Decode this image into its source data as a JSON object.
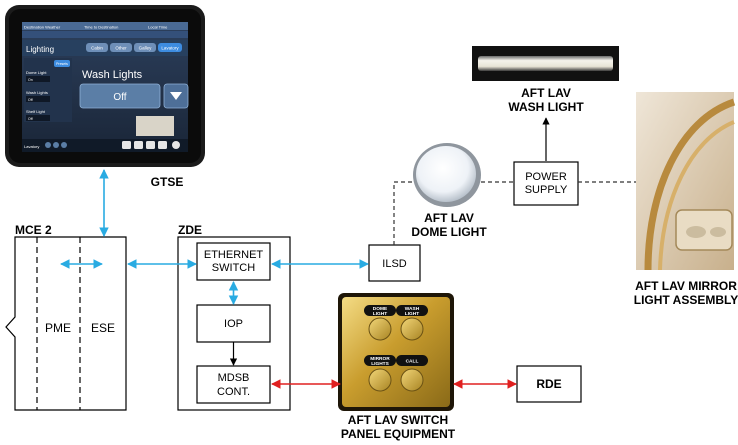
{
  "gtse": {
    "label": "GTSE",
    "screen": {
      "header_left": "Destination Weather",
      "header_mid": "Time to Destination",
      "header_right": "Local Time",
      "section_title": "Lighting",
      "tabs": [
        "Cabin",
        "Other",
        "Galley",
        "Lavatory"
      ],
      "active_tab": "Lavatory",
      "preset_label": "Presets",
      "side_items": [
        {
          "label": "Dome Light",
          "value": "On"
        },
        {
          "label": "Wash Lights",
          "value": "Off"
        },
        {
          "label": "Shelf Light",
          "value": "Off"
        }
      ],
      "main_title": "Wash Lights",
      "main_value": "Off",
      "footer_label": "Lavatory"
    }
  },
  "mce": {
    "label": "MCE 2",
    "pme": "PME",
    "ese": "ESE"
  },
  "zde": {
    "label": "ZDE",
    "ethernet_switch": [
      "ETHERNET",
      "SWITCH"
    ],
    "iop": "IOP",
    "mdsb": [
      "MDSB",
      "CONT."
    ]
  },
  "ilsd": "ILSD",
  "power_supply": [
    "POWER",
    "SUPPLY"
  ],
  "wash_light": {
    "label": [
      "AFT LAV",
      "WASH LIGHT"
    ]
  },
  "dome_light": {
    "label": [
      "AFT LAV",
      "DOME LIGHT"
    ]
  },
  "mirror_light": {
    "label": [
      "AFT LAV MIRROR",
      "LIGHT ASSEMBLY"
    ]
  },
  "switch_panel": {
    "label": [
      "AFT LAV SWITCH",
      "PANEL EQUIPMENT"
    ],
    "buttons": [
      {
        "label": [
          "DOME",
          "LIGHT"
        ]
      },
      {
        "label": [
          "WASH",
          "LIGHT"
        ]
      },
      {
        "label": [
          "MIRROR",
          "LIGHTS"
        ]
      },
      {
        "label": [
          "CALL"
        ]
      }
    ]
  },
  "rde": "RDE",
  "colors": {
    "ethernet": "#29abe2",
    "serial": "#e02020",
    "panel_gold": "#c9a237"
  }
}
